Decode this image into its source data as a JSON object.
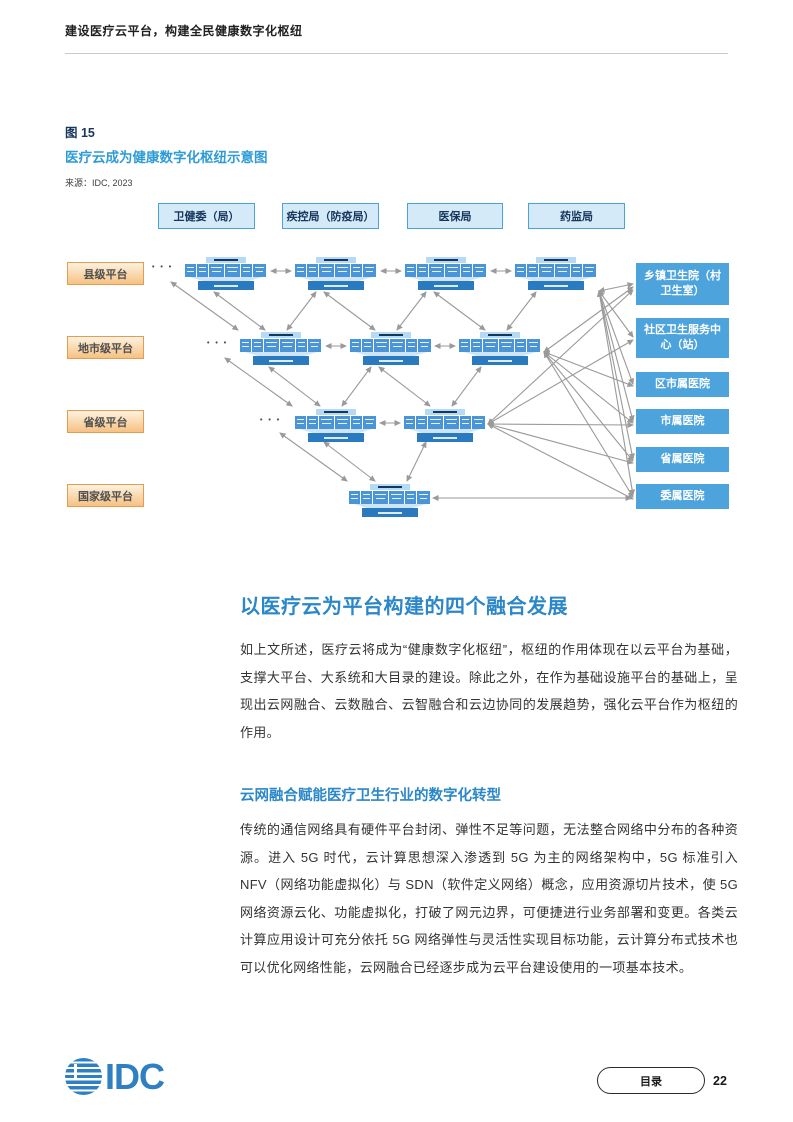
{
  "header": {
    "title": "建设医疗云平台，构建全民健康数字化枢纽"
  },
  "figure": {
    "label": "图 15",
    "title": "医疗云成为健康数字化枢纽示意图",
    "source": "来源：IDC, 2023",
    "ellipsis": "• • •",
    "gov_boxes": [
      "卫健委（局）",
      "疾控局（防疫局）",
      "医保局",
      "药监局"
    ],
    "platform_levels": [
      "县级平台",
      "地市级平台",
      "省级平台",
      "国家级平台"
    ],
    "org_boxes": [
      "乡镇卫生院（村卫生室）",
      "社区卫生服务中心（站）",
      "区市属医院",
      "市属医院",
      "省属医院",
      "委属医院"
    ]
  },
  "sections": {
    "h1": "以医疗云为平台构建的四个融合发展",
    "p1": "如上文所述，医疗云将成为“健康数字化枢纽”，枢纽的作用体现在以云平台为基础，支撑大平台、大系统和大目录的建设。除此之外，在作为基础设施平台的基础上，呈现出云网融合、云数融合、云智融合和云边协同的发展趋势，强化云平台作为枢纽的作用。",
    "h2": "云网融合赋能医疗卫生行业的数字化转型",
    "p2": "传统的通信网络具有硬件平台封闭、弹性不足等问题，无法整合网络中分布的各种资源。进入 5G 时代，云计算思想深入渗透到 5G 为主的网络架构中，5G 标准引入 NFV（网络功能虚拟化）与 SDN（软件定义网络）概念，应用资源切片技术，使 5G 网络资源云化、功能虚拟化，打破了网元边界，可便捷进行业务部署和变更。各类云计算应用设计可充分依托 5G 网络弹性与灵活性实现目标功能，云计算分布式技术也可以优化网络性能，云网融合已经逐步成为云平台建设使用的一项基本技术。"
  },
  "footer": {
    "logo_text": "IDC",
    "toc_button": "目录",
    "page_number": "22"
  },
  "colors": {
    "accent_blue": "#2b87c8",
    "figure_title_blue": "#2e9bd6",
    "org_box_blue": "#4da3dc",
    "cluster_blue": "#4a94d8",
    "cluster_bar_blue": "#2a7abf",
    "gov_box_fill": "#d5eaf8",
    "gov_box_border": "#4aa3d8",
    "level_box_border": "#e69c4e",
    "arrow_gray": "#9a9a9a"
  }
}
